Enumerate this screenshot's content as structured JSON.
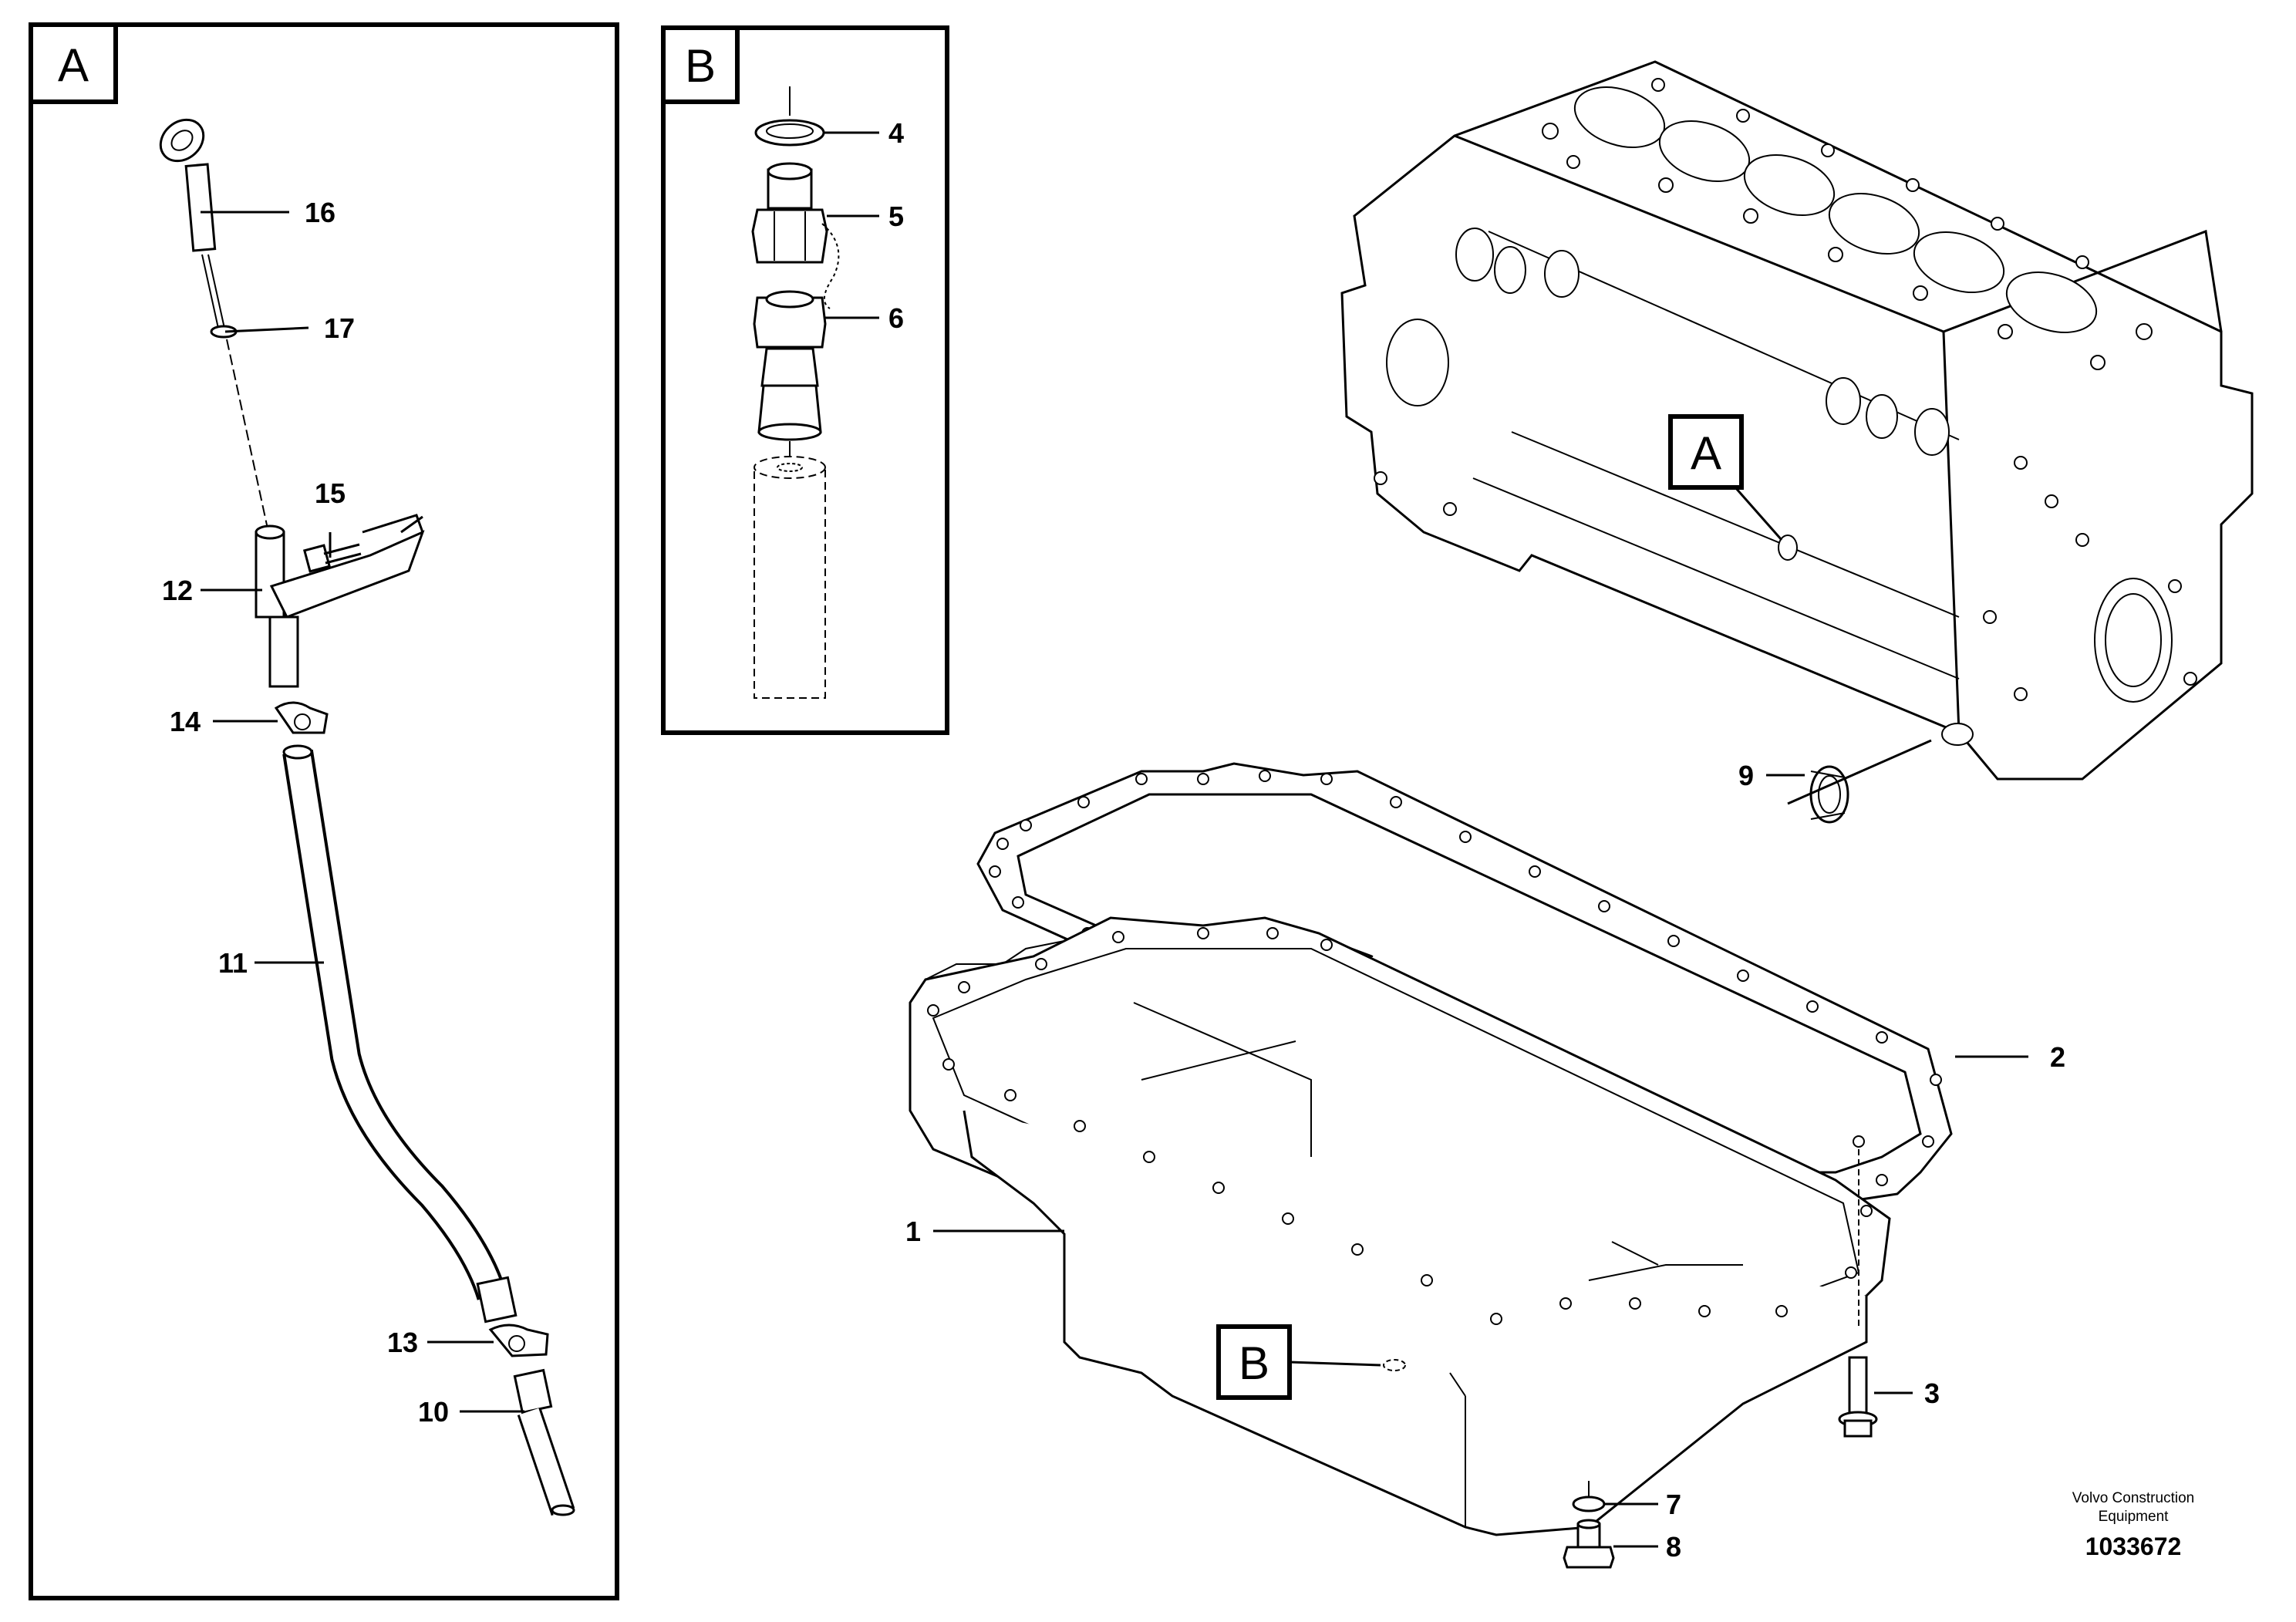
{
  "detail_boxes": {
    "a": {
      "letter": "A"
    },
    "b": {
      "letter": "B"
    }
  },
  "callouts": {
    "a_on_block": "A",
    "b_on_pan": "B"
  },
  "part_labels": {
    "p1": "1",
    "p2": "2",
    "p3": "3",
    "p4": "4",
    "p5": "5",
    "p6": "6",
    "p7": "7",
    "p8": "8",
    "p9": "9",
    "p10": "10",
    "p11": "11",
    "p12": "12",
    "p13": "13",
    "p14": "14",
    "p15": "15",
    "p16": "16",
    "p17": "17"
  },
  "credit": {
    "line1": "Volvo Construction",
    "line2": "Equipment"
  },
  "document_number": "1033672"
}
